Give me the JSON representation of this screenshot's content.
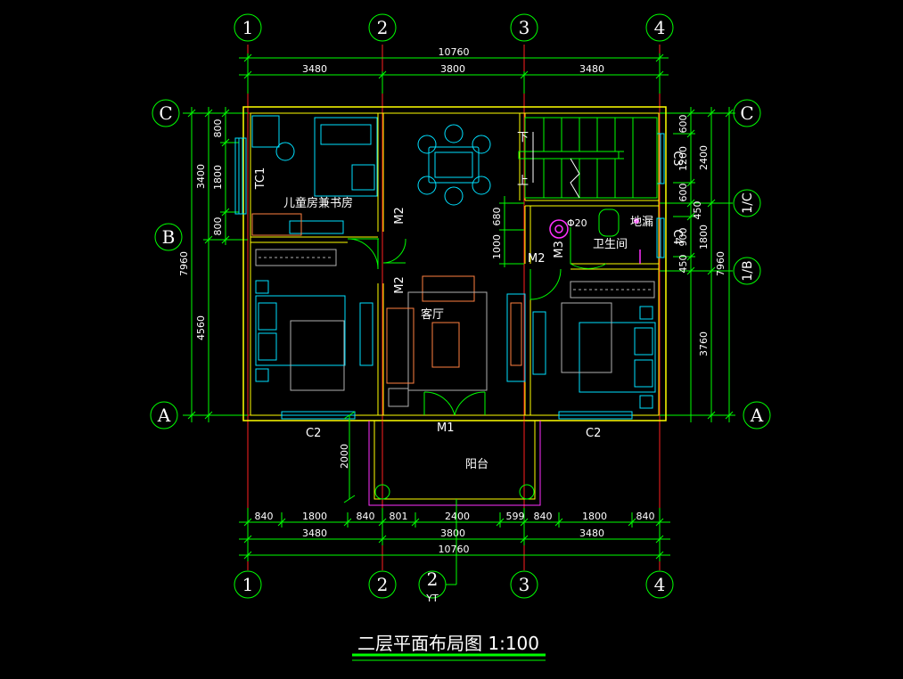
{
  "title": "二层平面布局图 1:100",
  "axes": {
    "top": [
      "1",
      "2",
      "3",
      "4"
    ],
    "bottom": [
      "1",
      "2",
      "2",
      "3",
      "4"
    ],
    "bottom_sub": "YT",
    "left": [
      "C",
      "B",
      "A"
    ],
    "right": [
      "C",
      "1/C",
      "1/B",
      "A"
    ]
  },
  "dims": {
    "top_total": "10760",
    "top_parts": [
      "3480",
      "3800",
      "3480"
    ],
    "bottom_row1": [
      "840",
      "1800",
      "840",
      "801",
      "2400",
      "599",
      "840",
      "1800",
      "840"
    ],
    "bottom_row2": [
      "3480",
      "3800",
      "3480"
    ],
    "bottom_total": "10760",
    "left_outer": "7960",
    "left_mid": [
      "3400",
      "4560"
    ],
    "left_inner": [
      "800",
      "1800",
      "800"
    ],
    "right_outer": "7960",
    "right_mid": [
      "2400",
      "1800",
      "3760"
    ],
    "right_inner": [
      "600",
      "1200",
      "600",
      "450",
      "900",
      "450"
    ],
    "mid_vertical": [
      "680",
      "1000"
    ],
    "balcony_depth": "2000"
  },
  "rooms": {
    "child_study": "儿童房兼书房",
    "living": "客厅",
    "bath": "卫生间",
    "floor_drain": "地漏",
    "balcony": "阳台",
    "stair_down": "下",
    "stair_up": "上"
  },
  "labels": {
    "door_m1": "M1",
    "door_m2a": "M2",
    "door_m2b": "M2",
    "door_m2c": "M2",
    "door_m3": "M3",
    "win_c2a": "C2",
    "win_c2b": "C2",
    "win_c3": "C3",
    "win_c4": "C4",
    "win_tc1": "TC1",
    "pipe_d": "Φ20"
  },
  "colors": {
    "axis_circle": "#00ff00",
    "wall": "#ffff00",
    "axis_line": "#ff2020",
    "window": "#00e0ff",
    "furniture": "#ff8040",
    "fixture": "#ff30ff"
  }
}
